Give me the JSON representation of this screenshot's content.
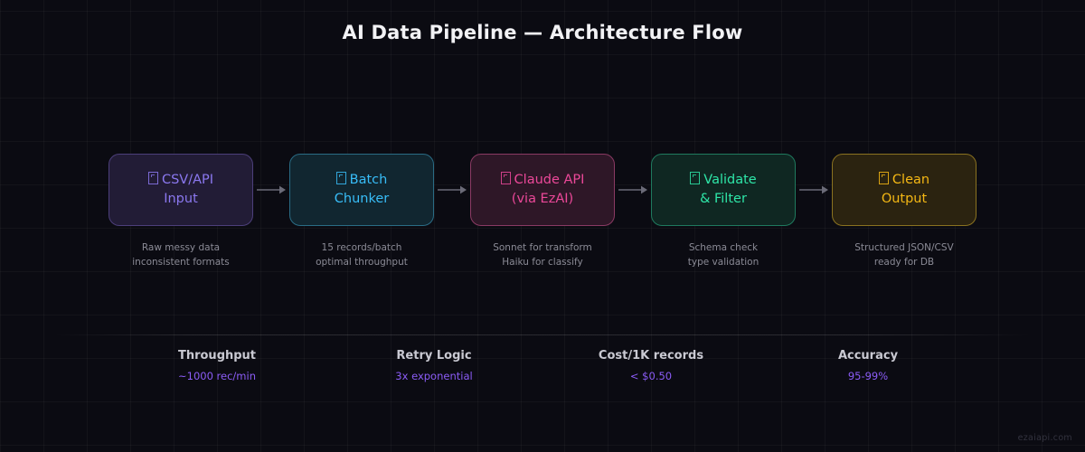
{
  "page": {
    "title": "AI Data Pipeline — Architecture Flow",
    "watermark": "ezaiapi.com",
    "background_color": "#0b0b12",
    "grid_color": "#1a1a24"
  },
  "flow": {
    "arrow_color": "#6b6b78",
    "arrow_icon_name": "arrow-right-icon",
    "nodes": [
      {
        "id": "csv-api-input",
        "icon": "missing-glyph-tofu-icon",
        "line1": "CSV/API",
        "line2": "Input",
        "caption_line1": "Raw messy data",
        "caption_line2": "inconsistent formats",
        "fill": "#221c36",
        "border": "#4c3f7a",
        "text": "#8b78f0"
      },
      {
        "id": "batch-chunker",
        "icon": "missing-glyph-tofu-icon",
        "line1": "Batch",
        "line2": "Chunker",
        "caption_line1": "15 records/batch",
        "caption_line2": "optimal throughput",
        "fill": "#112630",
        "border": "#2a6c85",
        "text": "#38bdf8"
      },
      {
        "id": "claude-api-ezai",
        "icon": "missing-glyph-tofu-icon",
        "line1": "Claude API",
        "line2": "(via EzAI)",
        "caption_line1": "Sonnet for transform",
        "caption_line2": "Haiku for classify",
        "fill": "#2e1727",
        "border": "#8a3a63",
        "text": "#ec4899"
      },
      {
        "id": "validate-filter",
        "icon": "missing-glyph-tofu-icon",
        "line1": "Validate",
        "line2": "& Filter",
        "caption_line1": "Schema check",
        "caption_line2": "type validation",
        "fill": "#0f2722",
        "border": "#1f7a5e",
        "text": "#2ee6a8"
      },
      {
        "id": "clean-output",
        "icon": "missing-glyph-tofu-icon",
        "line1": "Clean",
        "line2": "Output",
        "caption_line1": "Structured JSON/CSV",
        "caption_line2": "ready for DB",
        "fill": "#2b2310",
        "border": "#8a7220",
        "text": "#f5b814"
      }
    ]
  },
  "metrics": [
    {
      "label": "Throughput",
      "value": "~1000 rec/min"
    },
    {
      "label": "Retry Logic",
      "value": "3x exponential"
    },
    {
      "label": "Cost/1K records",
      "value": "< $0.50"
    },
    {
      "label": "Accuracy",
      "value": "95-99%"
    }
  ]
}
